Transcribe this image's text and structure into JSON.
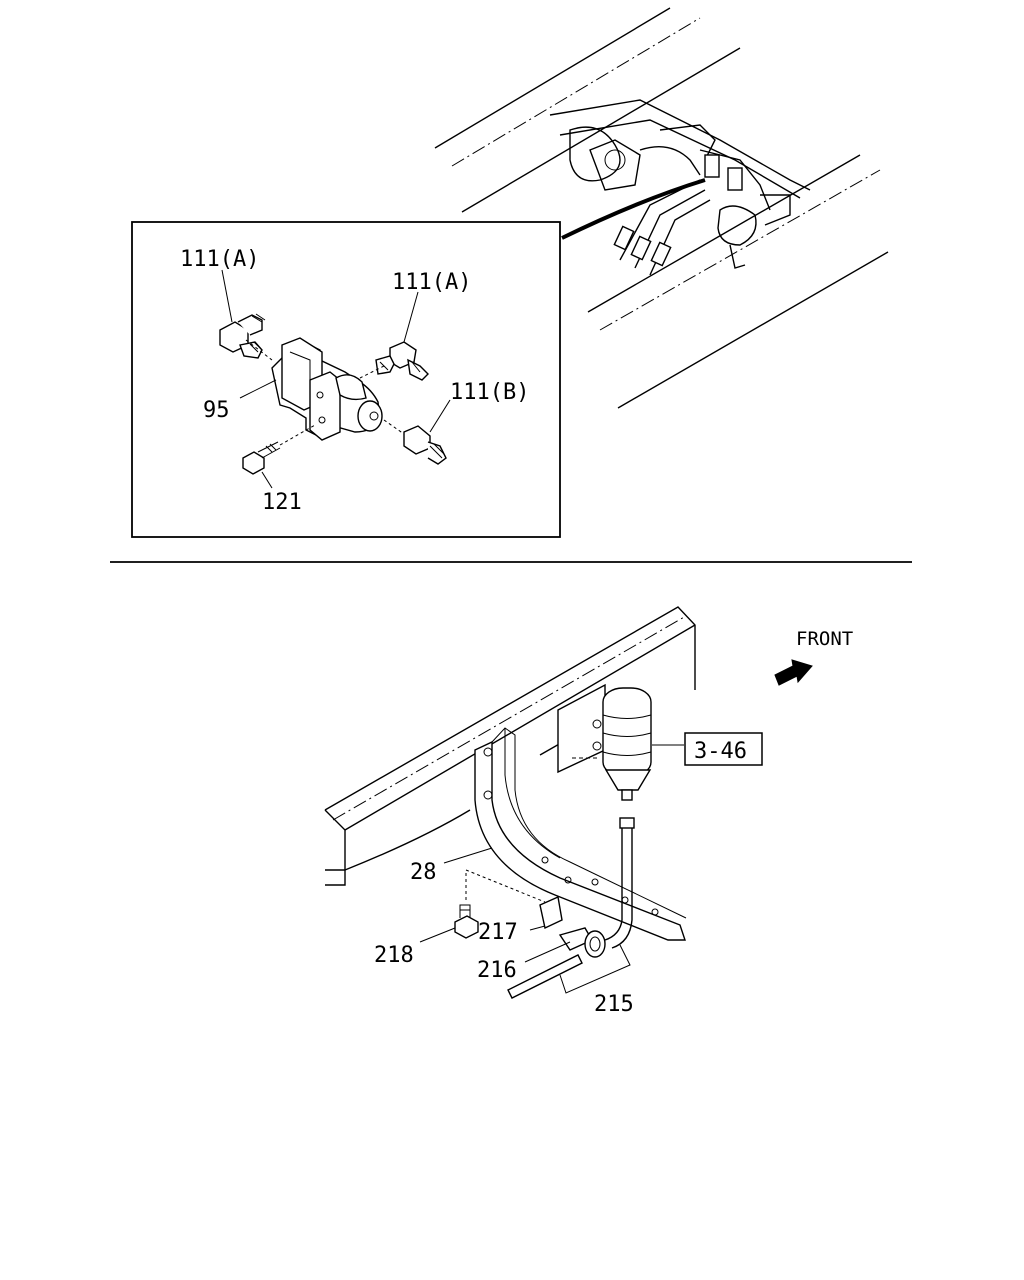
{
  "callouts": {
    "fitting_a_left": "111(A)",
    "fitting_a_right": "111(A)",
    "fitting_b": "111(B)",
    "valve": "95",
    "bolt": "121",
    "bracket": "28",
    "part_217": "217",
    "part_218": "218",
    "part_216": "216",
    "part_215": "215",
    "ref_box": "3-46"
  },
  "orientation": {
    "front_label": "FRONT"
  },
  "icons": {
    "front_arrow": "arrow-right-icon"
  }
}
